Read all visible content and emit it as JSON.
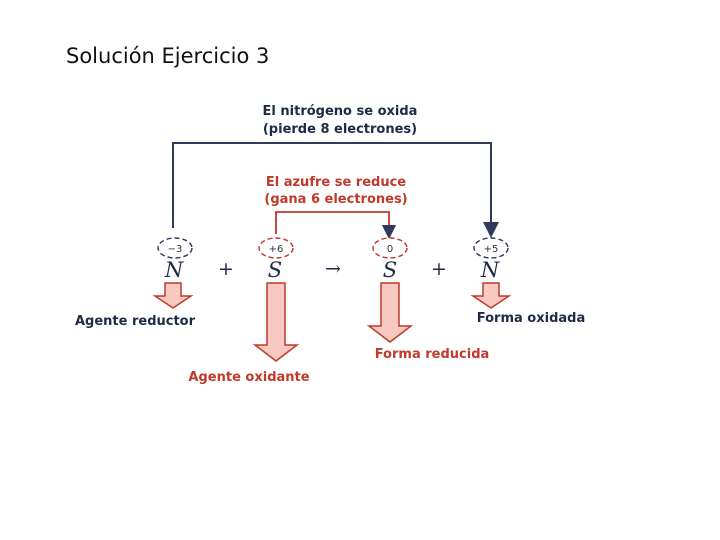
{
  "title": "Solución Ejercicio 3",
  "top_bracket": {
    "line1": "El nitrógeno se oxida",
    "line2": "(pierde 8 electrones)"
  },
  "inner_bracket": {
    "line1": "El azufre se reduce",
    "line2": "(gana 6 electrones)"
  },
  "equation": {
    "species": [
      {
        "symbol": "N",
        "oxidation_state": "−3"
      },
      {
        "symbol": "S",
        "oxidation_state": "+6"
      },
      {
        "symbol": "S",
        "oxidation_state": "0"
      },
      {
        "symbol": "N",
        "oxidation_state": "+5"
      }
    ],
    "plus": "+",
    "arrow": "→"
  },
  "labels": {
    "reducing_agent": "Agente reductor",
    "oxidizing_agent": "Agente oxidante",
    "reduced_form": "Forma reducida",
    "oxidized_form": "Forma oxidada"
  },
  "colors": {
    "bracket_line": "#2f3a5c",
    "arrow_fill": "#f8c9c0",
    "arrow_stroke": "#c0392b",
    "text_red": "#c0392b",
    "text_dark": "#1f2a44"
  }
}
